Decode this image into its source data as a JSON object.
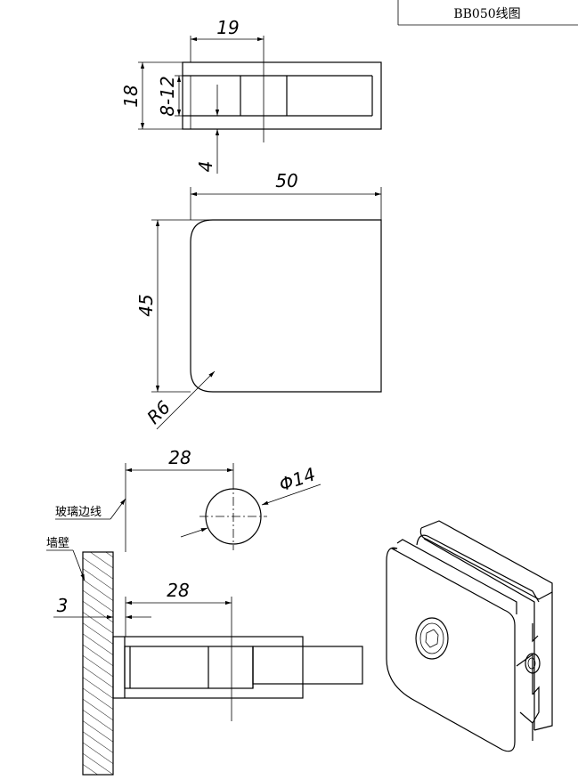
{
  "title_block": {
    "label": "BB050线图"
  },
  "top_view": {
    "dim_width": "19",
    "dim_height": "18",
    "dim_glass": "8-12",
    "dim_gap": "4"
  },
  "face_view": {
    "dim_width": "50",
    "dim_height": "45",
    "dim_radius": "R6"
  },
  "side_view": {
    "dim_glass_edge": "28",
    "dim_hole": "Φ14",
    "label_glass_edge": "玻璃边线",
    "label_wall": "墙壁",
    "dim_offset": "3",
    "dim_depth": "28"
  }
}
